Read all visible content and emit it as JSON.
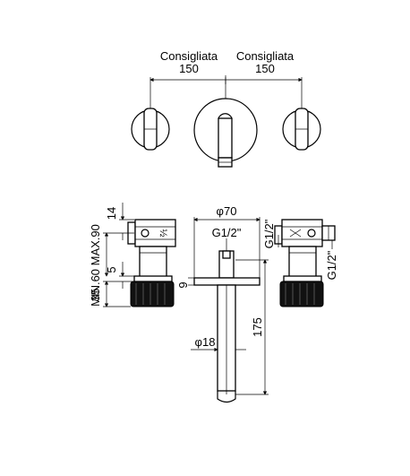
{
  "dimensions": {
    "top_left_label": "Consigliata",
    "top_left_value": "150",
    "top_right_label": "Consigliata",
    "top_right_value": "150",
    "rosette_diameter": "φ70",
    "thread_center": "G1/2\"",
    "thread_right_top": "G1/2\"",
    "thread_right_bottom": "G1/2\"",
    "cap_height": "14",
    "depth_range": "MIN.60  MAX.90",
    "collar": "5",
    "handle_height": "35",
    "plate_thickness": "9",
    "spout_length": "175",
    "spout_diameter": "φ18",
    "left_valve_mark": "½"
  }
}
